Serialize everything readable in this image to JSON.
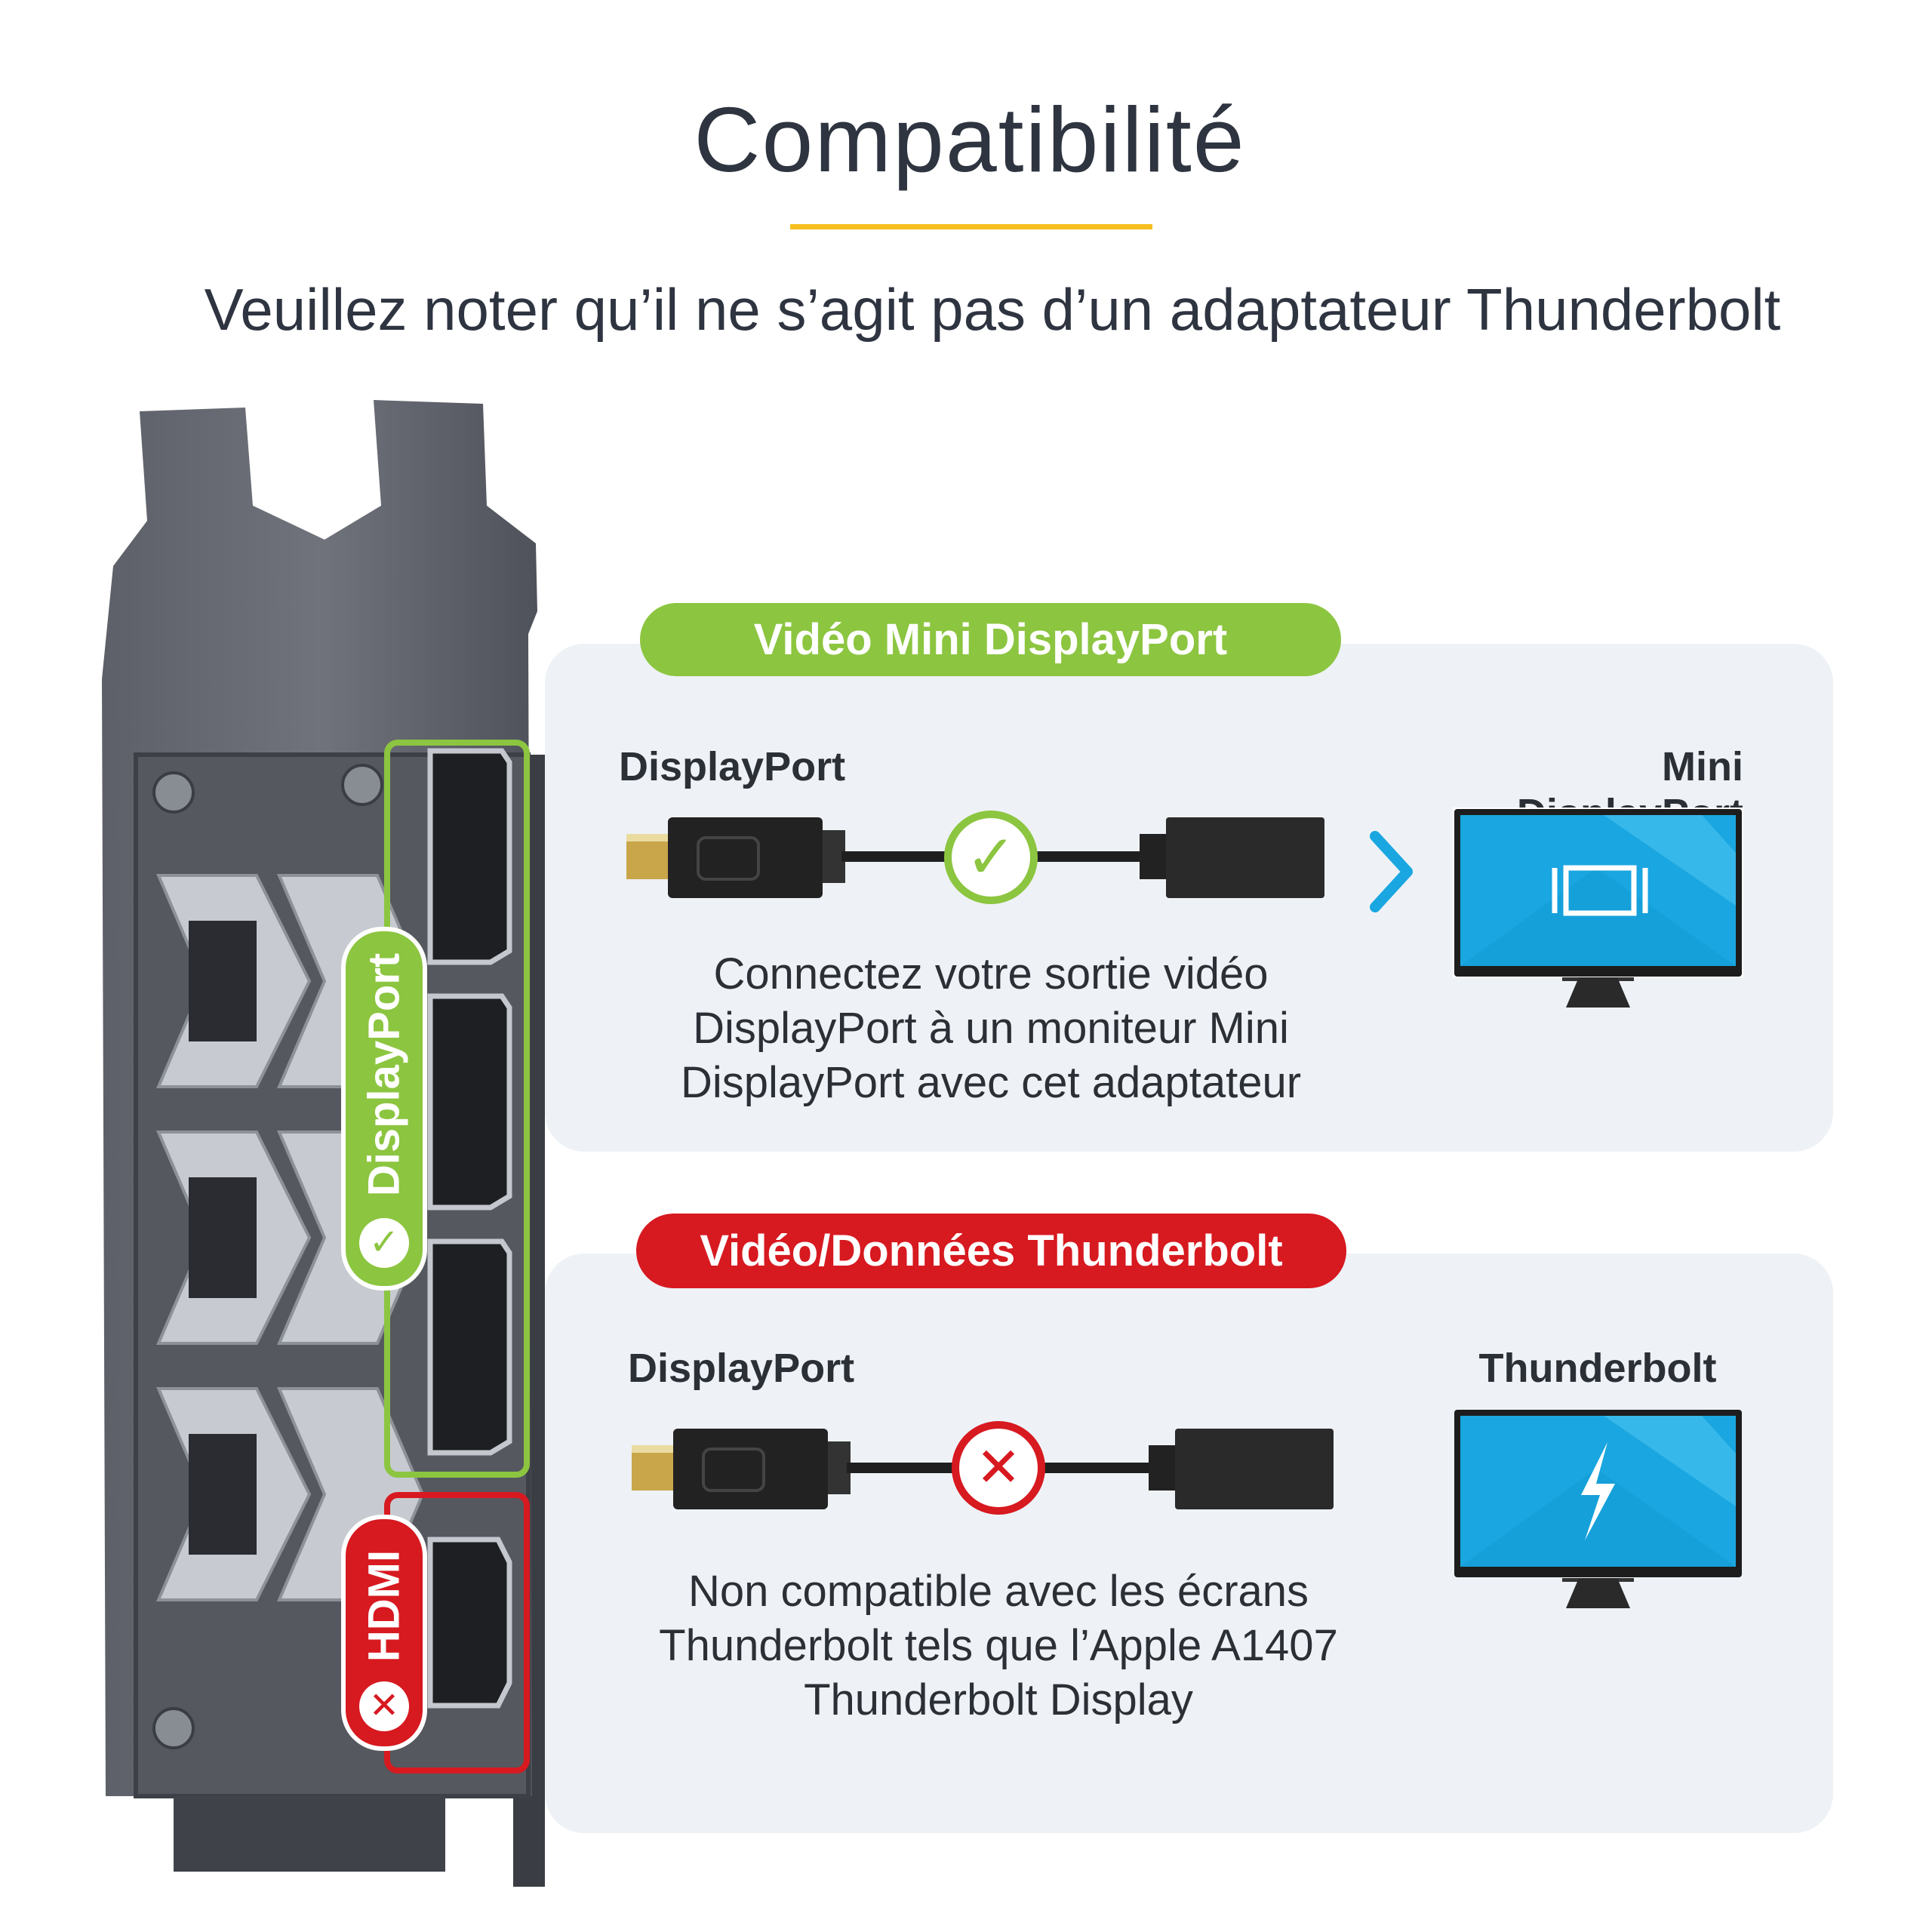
{
  "header": {
    "title": "Compatibilité",
    "subtitle": "Veuillez noter qu’il ne s’agit pas d’un adaptateur Thunderbolt"
  },
  "bracket": {
    "dp_label": "DisplayPort",
    "hdmi_label": "HDMI"
  },
  "compatible": {
    "badge": "Vidéo Mini DisplayPort",
    "source_label": "DisplayPort",
    "target_label": "Mini DisplayPort",
    "status_icon": "check-icon",
    "description": [
      "Connectez votre sortie vidéo",
      "DisplayPort à un moniteur Mini",
      "DisplayPort avec cet adaptateur"
    ]
  },
  "incompatible": {
    "badge": "Vidéo/Données Thunderbolt",
    "source_label": "DisplayPort",
    "target_label": "Thunderbolt",
    "status_icon": "x-icon",
    "description": [
      "Non compatible avec les écrans",
      "Thunderbolt tels que l’Apple A1407",
      "Thunderbolt Display"
    ]
  },
  "colors": {
    "green": "#8cc540",
    "red": "#d71920",
    "accent": "#f5bf1f",
    "blue": "#1aa6e0",
    "panel": "#eef2f6"
  }
}
